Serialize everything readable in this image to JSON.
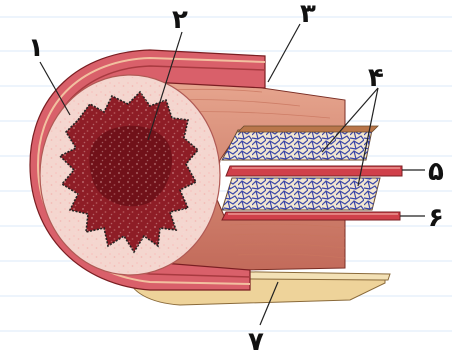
{
  "colors": {
    "ruled_line": "#dbe8f8",
    "outer_layer": "#d9606a",
    "outer_layer_dark": "#a83a40",
    "muscle_surface": "#d48873",
    "muscle_highlight": "#e9aa93",
    "inner_disc": "#f4d6cf",
    "lumen_mucosa": "#8e1d26",
    "lumen_dark": "#6b0f17",
    "submucosa_fill": "#f2e6d0",
    "vessel_blue": "#3a46a8",
    "serosa_tan": "#eed39a",
    "plate_red": "#d0404a",
    "label_line": "#222222"
  },
  "labels": {
    "l1": "۱",
    "l2": "۲",
    "l3": "۳",
    "l4": "۴",
    "l5": "۵",
    "l6": "۶",
    "l7": "۷"
  }
}
